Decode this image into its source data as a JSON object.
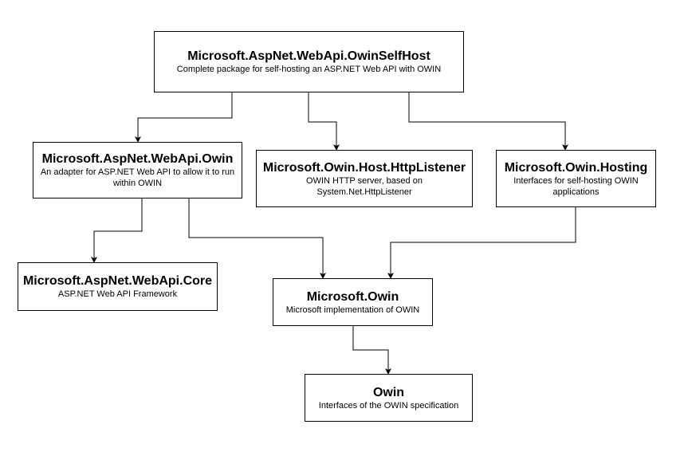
{
  "colors": {
    "stroke": "#000000",
    "background": "#ffffff"
  },
  "nodes": {
    "selfhost": {
      "title": "Microsoft.AspNet.WebApi.OwinSelfHost",
      "description": "Complete package for self-hosting an ASP.NET Web API with OWIN"
    },
    "owin_adapter": {
      "title": "Microsoft.AspNet.WebApi.Owin",
      "description": "An adapter for ASP.NET Web API to allow it to run within OWIN"
    },
    "http_listener": {
      "title": "Microsoft.Owin.Host.HttpListener",
      "description": "OWIN HTTP server, based on System.Net.HttpListener"
    },
    "hosting": {
      "title": "Microsoft.Owin.Hosting",
      "description": "Interfaces for self-hosting OWIN applications"
    },
    "core": {
      "title": "Microsoft.AspNet.WebApi.Core",
      "description": "ASP.NET Web API Framework"
    },
    "ms_owin": {
      "title": "Microsoft.Owin",
      "description": "Microsoft implementation of OWIN"
    },
    "owin": {
      "title": "Owin",
      "description": "Interfaces of the OWIN specification"
    }
  },
  "edges": [
    {
      "from": "selfhost",
      "to": "owin_adapter"
    },
    {
      "from": "selfhost",
      "to": "http_listener"
    },
    {
      "from": "selfhost",
      "to": "hosting"
    },
    {
      "from": "owin_adapter",
      "to": "core"
    },
    {
      "from": "owin_adapter",
      "to": "ms_owin"
    },
    {
      "from": "hosting",
      "to": "ms_owin"
    },
    {
      "from": "ms_owin",
      "to": "owin"
    }
  ]
}
